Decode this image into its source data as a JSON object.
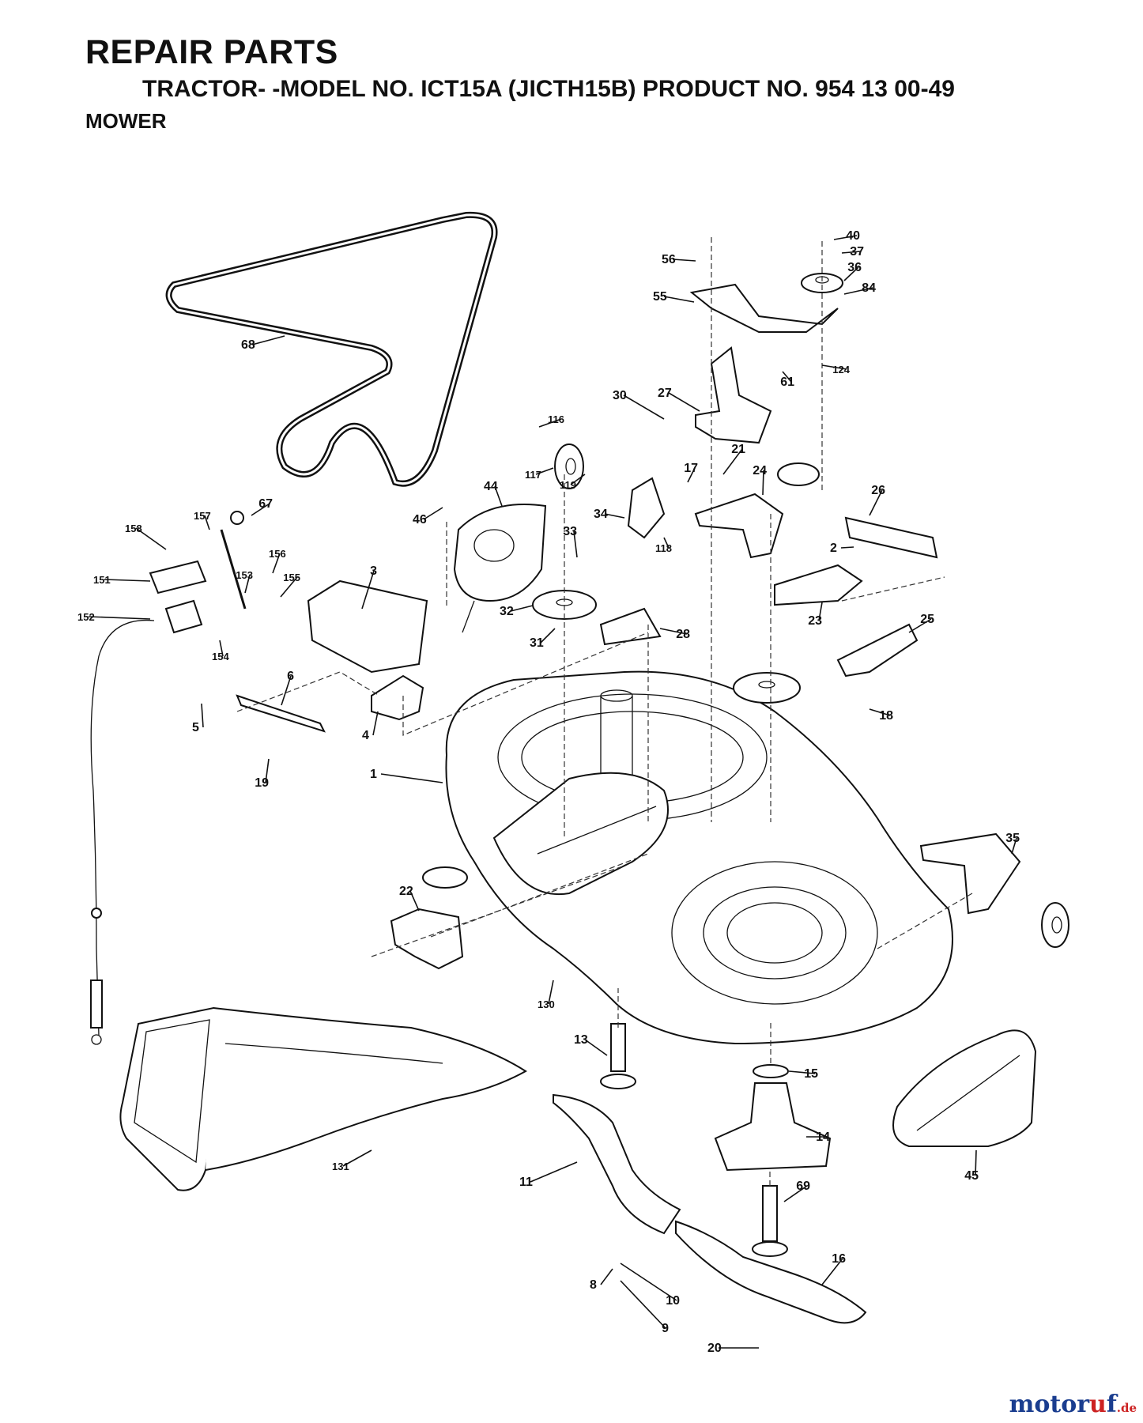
{
  "header": {
    "title": "REPAIR PARTS",
    "subtitle": "TRACTOR- -MODEL NO. ICT15A (JICTH15B) PRODUCT NO. 954 13 00-49",
    "section": "MOWER"
  },
  "watermark": {
    "brand_a": "motor",
    "brand_accent": "u",
    "brand_b": "f",
    "suffix": ".de",
    "color": "#1a3d8f",
    "accent_color": "#cc2222"
  },
  "callouts": [
    "1",
    "2",
    "3",
    "4",
    "5",
    "6",
    "8",
    "9",
    "10",
    "11",
    "13",
    "14",
    "15",
    "16",
    "17",
    "18",
    "19",
    "20",
    "21",
    "22",
    "23",
    "24",
    "25",
    "26",
    "27",
    "28",
    "30",
    "31",
    "32",
    "33",
    "34",
    "35",
    "36",
    "37",
    "40",
    "44",
    "45",
    "46",
    "55",
    "56",
    "61",
    "67",
    "68",
    "69",
    "84",
    "116",
    "117",
    "118",
    "119",
    "124",
    "130",
    "131",
    "151",
    "152",
    "153",
    "154",
    "155",
    "156",
    "157",
    "158"
  ]
}
